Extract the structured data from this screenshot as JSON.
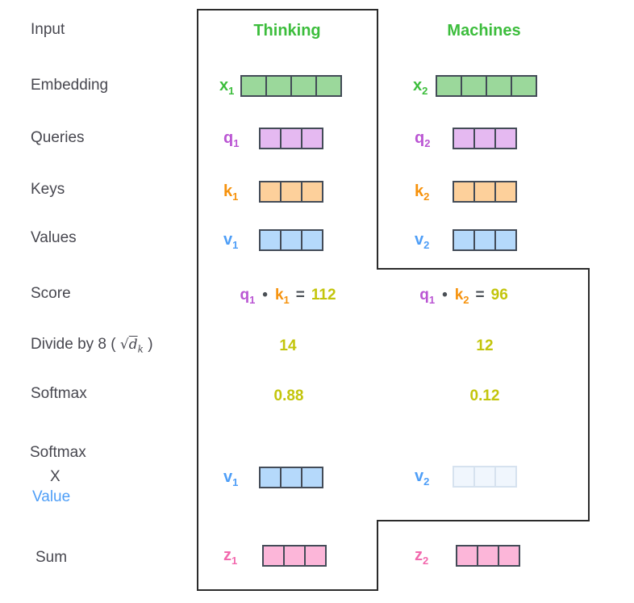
{
  "colors": {
    "green": "#3cbd3c",
    "purple": "#ba55d3",
    "orange": "#f6920c",
    "blue": "#4e9ef7",
    "pink": "#f268ad",
    "yellow": "#c3c50c",
    "gray": "#4a4f55",
    "label_text": "#47474f",
    "cell_border": "#434b57",
    "outline": "#2b2b2b",
    "green_fill": "#9bd89b",
    "purple_fill": "#e5b9f1",
    "orange_fill": "#fdd09b",
    "blue_fill": "#b5d9fb",
    "pink_fill": "#fcb6d9",
    "faded_fill": "#f0f6fd",
    "faded_border": "#d6e2ef"
  },
  "headers": {
    "col1": "Thinking",
    "col2": "Machines"
  },
  "row_labels": {
    "input": "Input",
    "embedding": "Embedding",
    "queries": "Queries",
    "keys": "Keys",
    "values": "Values",
    "score": "Score",
    "divide_prefix": "Divide by 8 (",
    "divide_sqrt": "√",
    "divide_radicand": "d",
    "divide_sub": "k",
    "divide_suffix": ")",
    "softmax": "Softmax",
    "softmax_value_line1": "Softmax",
    "softmax_value_line2": "X",
    "softmax_value_line3": "Value",
    "sum": "Sum"
  },
  "vectors": {
    "x1": {
      "letter": "x",
      "sub": "1",
      "cells": 4,
      "fill": "#9bd89b",
      "border": "#434b57",
      "label_color": "#3cbd3c"
    },
    "x2": {
      "letter": "x",
      "sub": "2",
      "cells": 4,
      "fill": "#9bd89b",
      "border": "#434b57",
      "label_color": "#3cbd3c"
    },
    "q1": {
      "letter": "q",
      "sub": "1",
      "cells": 3,
      "fill": "#e5b9f1",
      "border": "#434b57",
      "label_color": "#ba55d3"
    },
    "q2": {
      "letter": "q",
      "sub": "2",
      "cells": 3,
      "fill": "#e5b9f1",
      "border": "#434b57",
      "label_color": "#ba55d3"
    },
    "k1": {
      "letter": "k",
      "sub": "1",
      "cells": 3,
      "fill": "#fdd09b",
      "border": "#434b57",
      "label_color": "#f6920c"
    },
    "k2": {
      "letter": "k",
      "sub": "2",
      "cells": 3,
      "fill": "#fdd09b",
      "border": "#434b57",
      "label_color": "#f6920c"
    },
    "v1": {
      "letter": "v",
      "sub": "1",
      "cells": 3,
      "fill": "#b5d9fb",
      "border": "#434b57",
      "label_color": "#4e9ef7"
    },
    "v2": {
      "letter": "v",
      "sub": "2",
      "cells": 3,
      "fill": "#b5d9fb",
      "border": "#434b57",
      "label_color": "#4e9ef7"
    },
    "v1b": {
      "letter": "v",
      "sub": "1",
      "cells": 3,
      "fill": "#b5d9fb",
      "border": "#434b57",
      "label_color": "#4e9ef7"
    },
    "v2b": {
      "letter": "v",
      "sub": "2",
      "cells": 3,
      "fill": "#f0f6fd",
      "border": "#d6e2ef",
      "label_color": "#4e9ef7"
    },
    "z1": {
      "letter": "z",
      "sub": "1",
      "cells": 3,
      "fill": "#fcb6d9",
      "border": "#434b57",
      "label_color": "#f268ad"
    },
    "z2": {
      "letter": "z",
      "sub": "2",
      "cells": 3,
      "fill": "#fcb6d9",
      "border": "#434b57",
      "label_color": "#f268ad"
    }
  },
  "score_row": {
    "col1": {
      "q_letter": "q",
      "q_sub": "1",
      "dot": "•",
      "k_letter": "k",
      "k_sub": "1",
      "equals": "=",
      "value": "112"
    },
    "col2": {
      "q_letter": "q",
      "q_sub": "1",
      "dot": "•",
      "k_letter": "k",
      "k_sub": "2",
      "equals": "=",
      "value": "96"
    }
  },
  "divide_row": {
    "col1": "14",
    "col2": "12"
  },
  "softmax_row": {
    "col1": "0.88",
    "col2": "0.12"
  }
}
